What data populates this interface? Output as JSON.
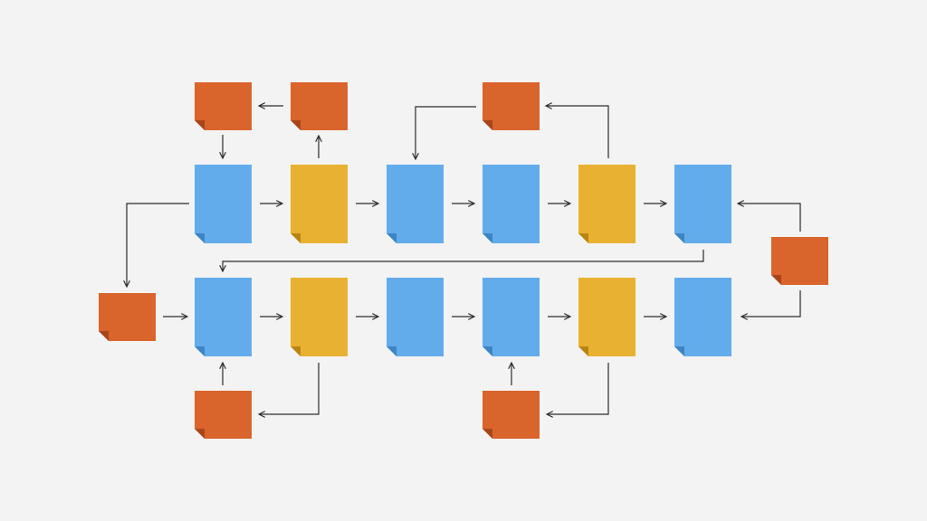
{
  "colors": {
    "background": "#f4f3f3",
    "note": "#d9642c",
    "note_fold": "#a8461a",
    "document_blue": "#63acec",
    "document_blue_fold": "#3d84c2",
    "document_yellow": "#e9b132",
    "document_yellow_fold": "#b88514",
    "connector": "#2b2b2b"
  },
  "diagram": {
    "nodes": [
      {
        "id": "note-top-1",
        "kind": "note"
      },
      {
        "id": "note-top-2",
        "kind": "note"
      },
      {
        "id": "note-top-3",
        "kind": "note"
      },
      {
        "id": "note-right",
        "kind": "note"
      },
      {
        "id": "note-left",
        "kind": "note"
      },
      {
        "id": "note-bottom-1",
        "kind": "note"
      },
      {
        "id": "note-bottom-2",
        "kind": "note"
      },
      {
        "id": "doc-r1-1",
        "kind": "document",
        "color": "blue"
      },
      {
        "id": "doc-r1-2",
        "kind": "document",
        "color": "yellow"
      },
      {
        "id": "doc-r1-3",
        "kind": "document",
        "color": "blue"
      },
      {
        "id": "doc-r1-4",
        "kind": "document",
        "color": "blue"
      },
      {
        "id": "doc-r1-5",
        "kind": "document",
        "color": "yellow"
      },
      {
        "id": "doc-r1-6",
        "kind": "document",
        "color": "blue"
      },
      {
        "id": "doc-r2-1",
        "kind": "document",
        "color": "blue"
      },
      {
        "id": "doc-r2-2",
        "kind": "document",
        "color": "yellow"
      },
      {
        "id": "doc-r2-3",
        "kind": "document",
        "color": "blue"
      },
      {
        "id": "doc-r2-4",
        "kind": "document",
        "color": "blue"
      },
      {
        "id": "doc-r2-5",
        "kind": "document",
        "color": "yellow"
      },
      {
        "id": "doc-r2-6",
        "kind": "document",
        "color": "blue"
      }
    ],
    "edges": [
      {
        "from": "note-top-2",
        "to": "note-top-1"
      },
      {
        "from": "note-top-1",
        "to": "doc-r1-1"
      },
      {
        "from": "doc-r1-2",
        "to": "note-top-2"
      },
      {
        "from": "note-top-3",
        "to": "doc-r1-3"
      },
      {
        "from": "doc-r1-5",
        "to": "note-top-3"
      },
      {
        "from": "doc-r1-1",
        "to": "doc-r1-2"
      },
      {
        "from": "doc-r1-2",
        "to": "doc-r1-3"
      },
      {
        "from": "doc-r1-3",
        "to": "doc-r1-4"
      },
      {
        "from": "doc-r1-4",
        "to": "doc-r1-5"
      },
      {
        "from": "doc-r1-5",
        "to": "doc-r1-6"
      },
      {
        "from": "note-right",
        "to": "doc-r1-6"
      },
      {
        "from": "note-right",
        "to": "doc-r2-6"
      },
      {
        "from": "doc-r1-1",
        "to": "note-left"
      },
      {
        "from": "doc-r1-6",
        "to": "doc-r2-1"
      },
      {
        "from": "note-left",
        "to": "doc-r2-1"
      },
      {
        "from": "doc-r2-1",
        "to": "doc-r2-2"
      },
      {
        "from": "doc-r2-2",
        "to": "doc-r2-3"
      },
      {
        "from": "doc-r2-3",
        "to": "doc-r2-4"
      },
      {
        "from": "doc-r2-4",
        "to": "doc-r2-5"
      },
      {
        "from": "doc-r2-5",
        "to": "doc-r2-6"
      },
      {
        "from": "note-bottom-1",
        "to": "doc-r2-1"
      },
      {
        "from": "doc-r2-2",
        "to": "note-bottom-1"
      },
      {
        "from": "note-bottom-2",
        "to": "doc-r2-4"
      },
      {
        "from": "doc-r2-5",
        "to": "note-bottom-2"
      }
    ]
  }
}
